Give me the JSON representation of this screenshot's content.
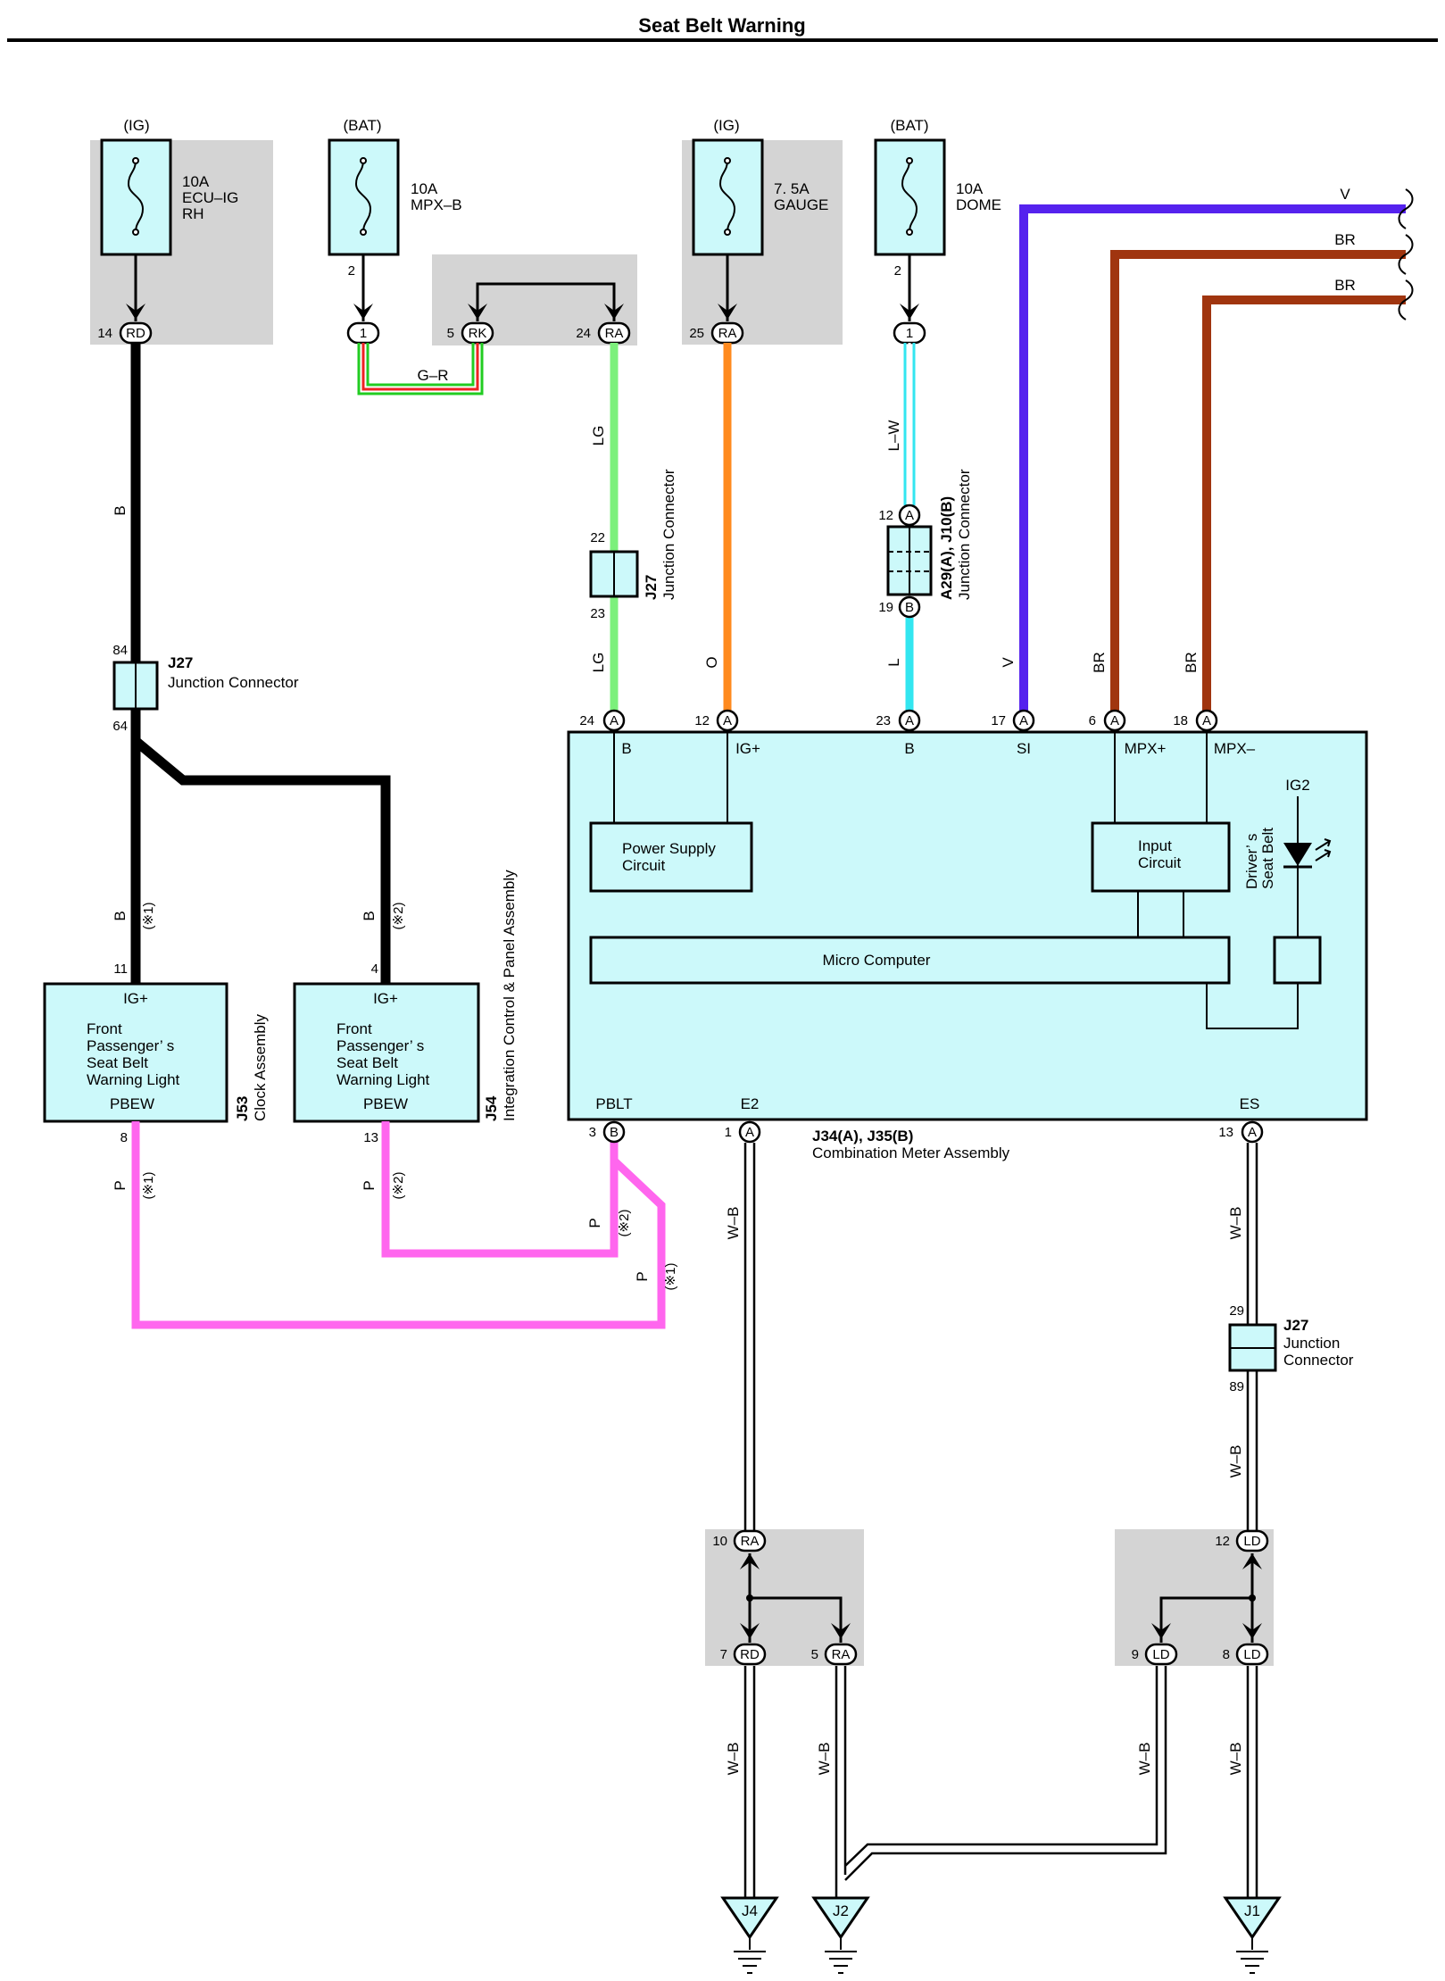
{
  "title": "Seat Belt Warning",
  "fuses": [
    {
      "supply": "(IG)",
      "amp": "10A",
      "name1": "ECU–IG",
      "name2": "RH",
      "pin": "14",
      "conn": "RD"
    },
    {
      "supply": "(BAT)",
      "amp": "10A",
      "name1": "MPX–B",
      "name2": "",
      "pin": "1",
      "above_pin": "2"
    },
    {
      "supply": "(IG)",
      "amp": "7. 5A",
      "name1": "GAUGE",
      "name2": "",
      "pin": "25",
      "conn": "RA"
    },
    {
      "supply": "(BAT)",
      "amp": "10A",
      "name1": "DOME",
      "name2": "",
      "pin": "1",
      "above_pin": "2"
    }
  ],
  "jb_top": {
    "left_pin": "5",
    "left_conn": "RK",
    "right_pin": "24",
    "right_conn": "RA",
    "wire": "G–R"
  },
  "wires": {
    "B": "B",
    "LG": "LG",
    "O": "O",
    "LW": "L–W",
    "L": "L",
    "V": "V",
    "BR": "BR",
    "P": "P",
    "WB": "W–B",
    "note1": "(※1)",
    "note2": "(※2)"
  },
  "colors": {
    "black": "#000000",
    "lg": "#7cf07c",
    "orange": "#ff8a1e",
    "cyan": "#33e6f0",
    "violet": "#5522ee",
    "brown": "#a0350f",
    "pink": "#ff66ee",
    "green": "#22cc22",
    "red": "#ee2222",
    "fill": "#ccf9fa",
    "grey": "#d4d4d4"
  },
  "connectors": {
    "j27_lg": {
      "name": "J27",
      "desc": "Junction Connector",
      "pin_top": "22",
      "pin_bot": "23"
    },
    "a29": {
      "name": "A29(A), J10(B)",
      "desc": "Junction Connector",
      "pin_top": "12",
      "pin_top_letter": "A",
      "pin_bot": "19",
      "pin_bot_letter": "B"
    },
    "j27_b": {
      "name": "J27",
      "desc": "Junction Connector",
      "pin_top": "84",
      "pin_bot": "64"
    },
    "j27_wb": {
      "name": "J27",
      "desc1": "Junction",
      "desc2": "Connector",
      "pin_top": "29",
      "pin_bot": "89"
    }
  },
  "meter": {
    "name": "J34(A), J35(B)",
    "desc": "Combination Meter Assembly",
    "top_pins": [
      {
        "pin": "24",
        "letter": "A",
        "label": "B"
      },
      {
        "pin": "12",
        "letter": "A",
        "label": "IG+"
      },
      {
        "pin": "23",
        "letter": "A",
        "label": "B"
      },
      {
        "pin": "17",
        "letter": "A",
        "label": "SI"
      },
      {
        "pin": "6",
        "letter": "A",
        "label": "MPX+"
      },
      {
        "pin": "18",
        "letter": "A",
        "label": "MPX–"
      }
    ],
    "bottom_pins": [
      {
        "pin": "3",
        "letter": "B",
        "label": "PBLT"
      },
      {
        "pin": "1",
        "letter": "A",
        "label": "E2"
      },
      {
        "pin": "13",
        "letter": "A",
        "label": "ES"
      }
    ],
    "power_supply": [
      "Power Supply",
      "Circuit"
    ],
    "input_circuit": [
      "Input",
      "Circuit"
    ],
    "micro": "Micro Computer",
    "ig2": "IG2",
    "driver": [
      "Driver’ s",
      "Seat Belt"
    ]
  },
  "lights": [
    {
      "id": "J53",
      "desc": "Clock Assembly",
      "top": "IG+",
      "l1": "Front",
      "l2": "Passenger’ s",
      "l3": "Seat Belt",
      "l4": "Warning Light",
      "bottom": "PBEW",
      "pin_top": "11",
      "pin_bot": "8"
    },
    {
      "id": "J54",
      "desc": "Integration Control & Panel Assembly",
      "top": "IG+",
      "l1": "Front",
      "l2": "Passenger’ s",
      "l3": "Seat Belt",
      "l4": "Warning Light",
      "bottom": "PBEW",
      "pin_top": "4",
      "pin_bot": "13"
    }
  ],
  "jb_bottom": [
    {
      "in_pin": "10",
      "in_conn": "RA",
      "out1_pin": "7",
      "out1_conn": "RD",
      "out2_pin": "5",
      "out2_conn": "RA"
    },
    {
      "in_pin": "12",
      "in_conn": "LD",
      "out1_pin": "9",
      "out1_conn": "LD",
      "out2_pin": "8",
      "out2_conn": "LD"
    }
  ],
  "grounds": [
    "J4",
    "J2",
    "J1"
  ]
}
